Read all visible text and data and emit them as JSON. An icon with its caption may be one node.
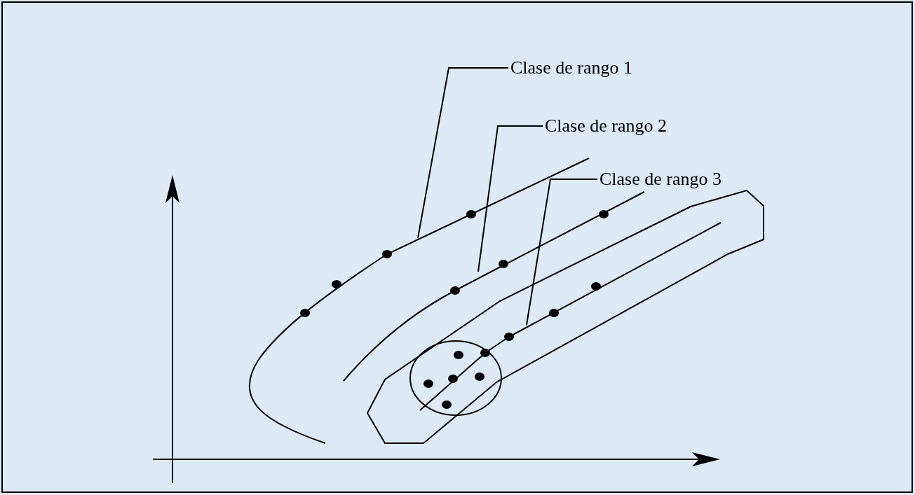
{
  "diagram": {
    "nodes": [
      {
        "text": [
          "Clase de rango 1"
        ]
      },
      {
        "text": [
          "Clase de rango 2"
        ]
      },
      {
        "text": [
          "Clase de rango 3"
        ]
      },
      {
        "text": [],
        "shape": "curve"
      },
      {
        "text": [],
        "shape": "curve"
      },
      {
        "text": [],
        "shape": "curve"
      }
    ],
    "edges": [
      {
        "from": 0,
        "to": 3,
        "arrow": "none"
      },
      {
        "from": 1,
        "to": 4,
        "arrow": "none"
      },
      {
        "from": 2,
        "to": 5,
        "arrow": "none"
      }
    ]
  }
}
